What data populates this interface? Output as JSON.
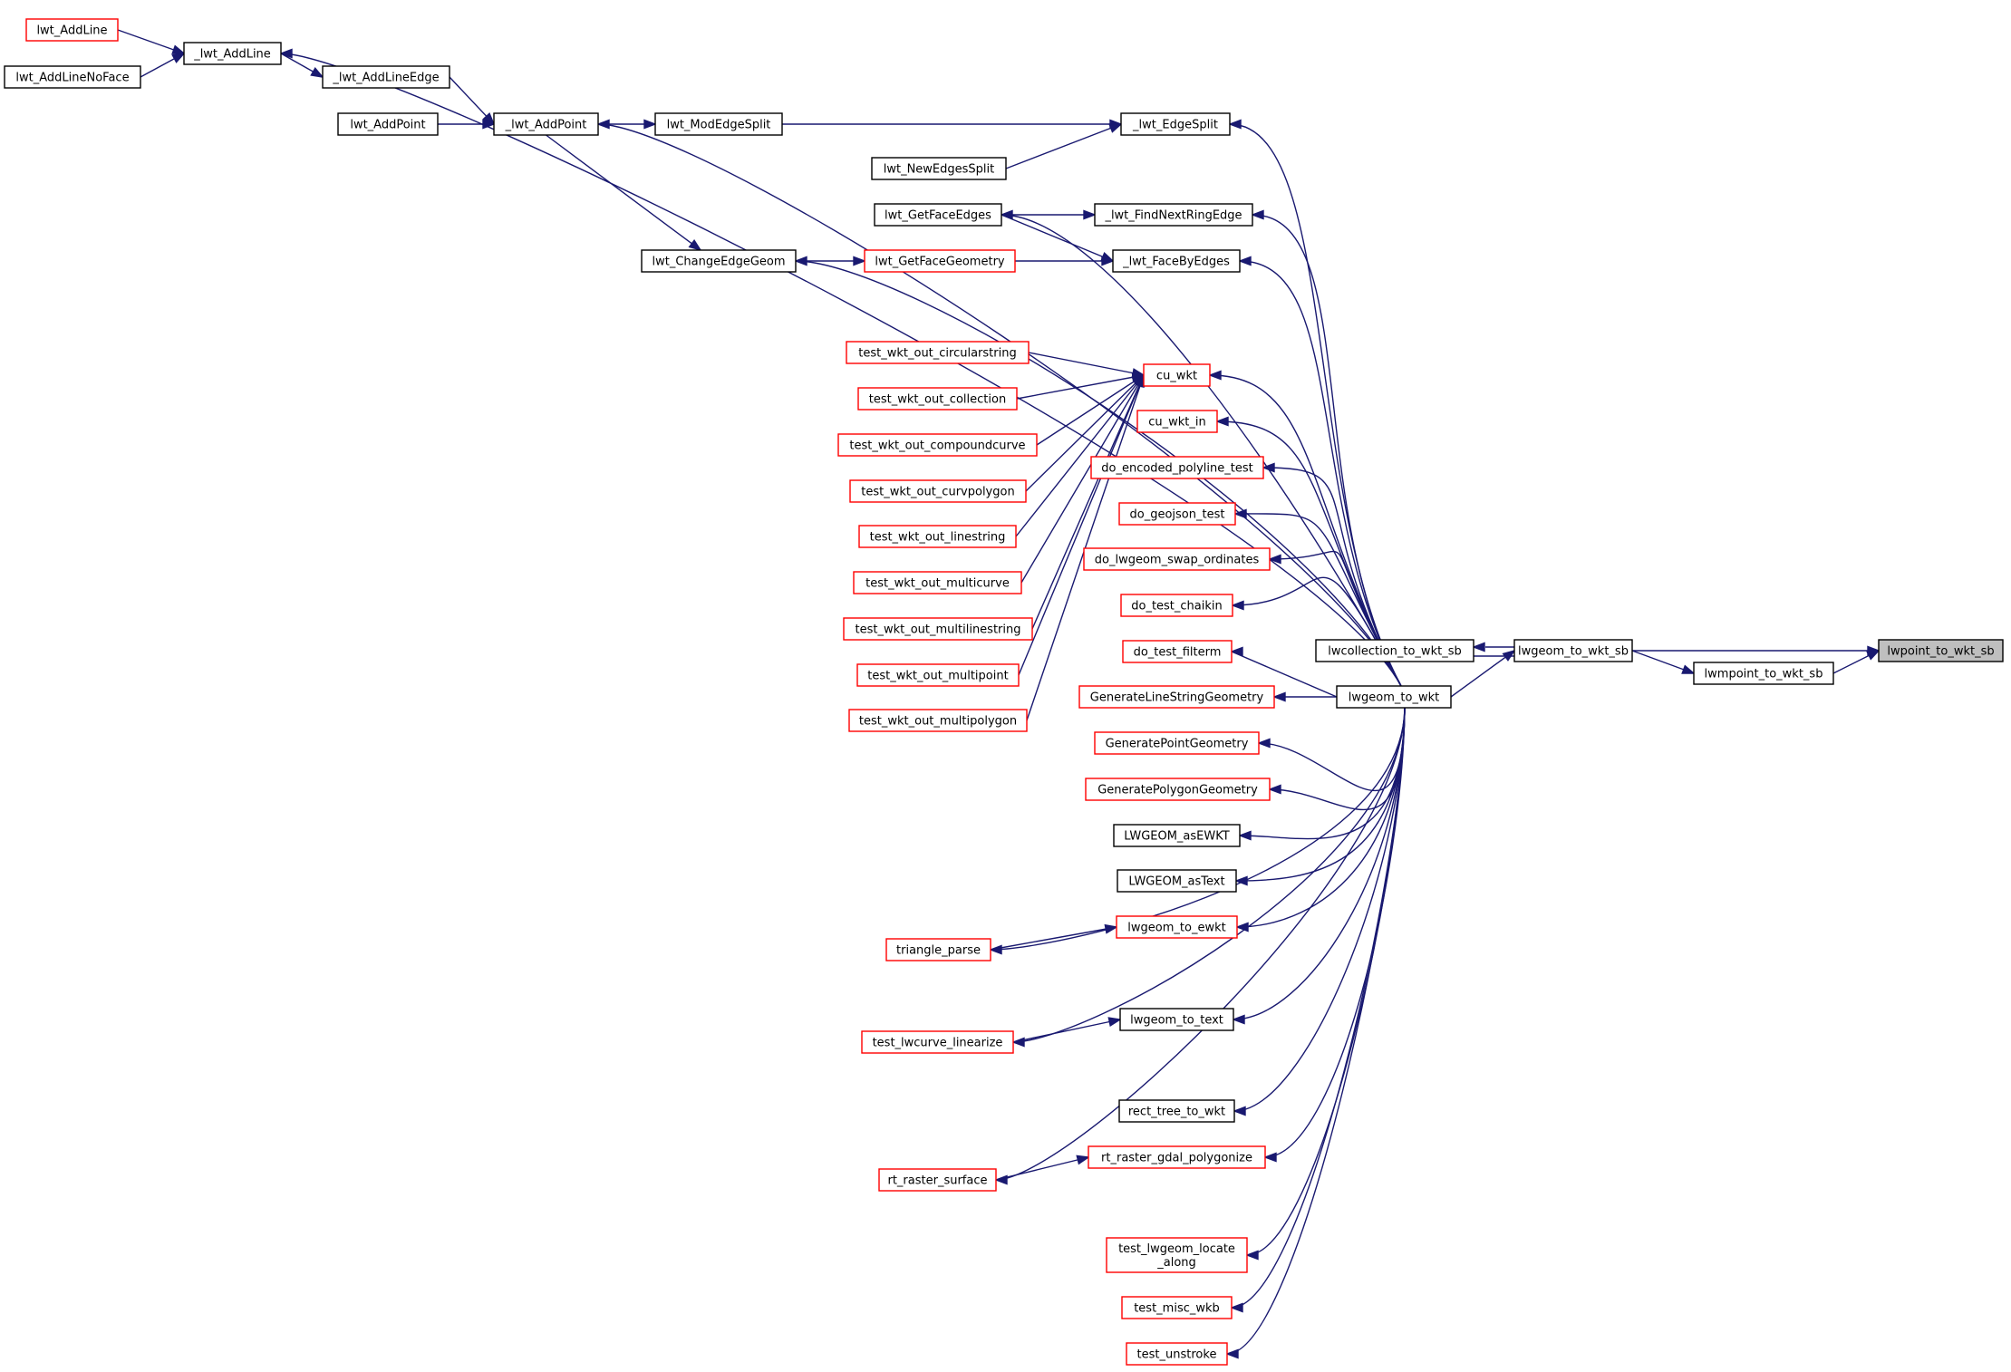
{
  "colors": {
    "edge": "#191970",
    "border_default": "#000000",
    "border_external": "#ff0000",
    "fill_default": "#ffffff",
    "fill_current": "#bfbfbf"
  },
  "nodes": [
    {
      "id": "lwpoint_to_wkt_sb",
      "label": "lwpoint_to_wkt_sb",
      "style": "current"
    },
    {
      "id": "lwgeom_to_wkt_sb",
      "label": "lwgeom_to_wkt_sb",
      "style": "default"
    },
    {
      "id": "lwmpoint_to_wkt_sb",
      "label": "lwmpoint_to_wkt_sb",
      "style": "default"
    },
    {
      "id": "lwcollection_to_wkt_sb",
      "label": "lwcollection_to_wkt_sb",
      "style": "default"
    },
    {
      "id": "lwgeom_to_wkt",
      "label": "lwgeom_to_wkt",
      "style": "default"
    },
    {
      "id": "_lwt_AddLine",
      "label": "_lwt_AddLine",
      "style": "default"
    },
    {
      "id": "lwt_AddLine",
      "label": "lwt_AddLine",
      "style": "external"
    },
    {
      "id": "lwt_AddLineNoFace",
      "label": "lwt_AddLineNoFace",
      "style": "default"
    },
    {
      "id": "_lwt_AddLineEdge",
      "label": "_lwt_AddLineEdge",
      "style": "default"
    },
    {
      "id": "_lwt_AddPoint",
      "label": "_lwt_AddPoint",
      "style": "default"
    },
    {
      "id": "lwt_AddPoint",
      "label": "lwt_AddPoint",
      "style": "default"
    },
    {
      "id": "lwt_ModEdgeSplit",
      "label": "lwt_ModEdgeSplit",
      "style": "default"
    },
    {
      "id": "_lwt_EdgeSplit",
      "label": "_lwt_EdgeSplit",
      "style": "default"
    },
    {
      "id": "lwt_NewEdgesSplit",
      "label": "lwt_NewEdgesSplit",
      "style": "default"
    },
    {
      "id": "lwt_GetFaceEdges",
      "label": "lwt_GetFaceEdges",
      "style": "default"
    },
    {
      "id": "_lwt_FindNextRingEdge",
      "label": "_lwt_FindNextRingEdge",
      "style": "default"
    },
    {
      "id": "_lwt_FaceByEdges",
      "label": "_lwt_FaceByEdges",
      "style": "default"
    },
    {
      "id": "lwt_ChangeEdgeGeom",
      "label": "lwt_ChangeEdgeGeom",
      "style": "default"
    },
    {
      "id": "lwt_GetFaceGeometry",
      "label": "lwt_GetFaceGeometry",
      "style": "external"
    },
    {
      "id": "cu_wkt",
      "label": "cu_wkt",
      "style": "external"
    },
    {
      "id": "test_wkt_out_circularstring",
      "label": "test_wkt_out_circularstring",
      "style": "external"
    },
    {
      "id": "test_wkt_out_collection",
      "label": "test_wkt_out_collection",
      "style": "external"
    },
    {
      "id": "test_wkt_out_compoundcurve",
      "label": "test_wkt_out_compoundcurve",
      "style": "external"
    },
    {
      "id": "test_wkt_out_curvpolygon",
      "label": "test_wkt_out_curvpolygon",
      "style": "external"
    },
    {
      "id": "test_wkt_out_linestring",
      "label": "test_wkt_out_linestring",
      "style": "external"
    },
    {
      "id": "test_wkt_out_multicurve",
      "label": "test_wkt_out_multicurve",
      "style": "external"
    },
    {
      "id": "test_wkt_out_multilinestring",
      "label": "test_wkt_out_multilinestring",
      "style": "external"
    },
    {
      "id": "test_wkt_out_multipoint",
      "label": "test_wkt_out_multipoint",
      "style": "external"
    },
    {
      "id": "test_wkt_out_multipolygon",
      "label": "test_wkt_out_multipolygon",
      "style": "external"
    },
    {
      "id": "cu_wkt_in",
      "label": "cu_wkt_in",
      "style": "external"
    },
    {
      "id": "do_encoded_polyline_test",
      "label": "do_encoded_polyline_test",
      "style": "external"
    },
    {
      "id": "do_geojson_test",
      "label": "do_geojson_test",
      "style": "external"
    },
    {
      "id": "do_lwgeom_swap_ordinates",
      "label": "do_lwgeom_swap_ordinates",
      "style": "external"
    },
    {
      "id": "do_test_chaikin",
      "label": "do_test_chaikin",
      "style": "external"
    },
    {
      "id": "do_test_filterm",
      "label": "do_test_filterm",
      "style": "external"
    },
    {
      "id": "GenerateLineStringGeometry",
      "label": "GenerateLineStringGeometry",
      "style": "external"
    },
    {
      "id": "GeneratePointGeometry",
      "label": "GeneratePointGeometry",
      "style": "external"
    },
    {
      "id": "GeneratePolygonGeometry",
      "label": "GeneratePolygonGeometry",
      "style": "external"
    },
    {
      "id": "LWGEOM_asEWKT",
      "label": "LWGEOM_asEWKT",
      "style": "default"
    },
    {
      "id": "LWGEOM_asText",
      "label": "LWGEOM_asText",
      "style": "default"
    },
    {
      "id": "lwgeom_to_ewkt",
      "label": "lwgeom_to_ewkt",
      "style": "external"
    },
    {
      "id": "triangle_parse",
      "label": "triangle_parse",
      "style": "external"
    },
    {
      "id": "lwgeom_to_text",
      "label": "lwgeom_to_text",
      "style": "default"
    },
    {
      "id": "test_lwcurve_linearize",
      "label": "test_lwcurve_linearize",
      "style": "external"
    },
    {
      "id": "rect_tree_to_wkt",
      "label": "rect_tree_to_wkt",
      "style": "default"
    },
    {
      "id": "rt_raster_gdal_polygonize",
      "label": "rt_raster_gdal_polygonize",
      "style": "external"
    },
    {
      "id": "rt_raster_surface",
      "label": "rt_raster_surface",
      "style": "external"
    },
    {
      "id": "test_lwgeom_locate_along",
      "label": "test_lwgeom_locate\n_along",
      "style": "external"
    },
    {
      "id": "test_misc_wkb",
      "label": "test_misc_wkb",
      "style": "external"
    },
    {
      "id": "test_unstroke",
      "label": "test_unstroke",
      "style": "external"
    }
  ],
  "edges": [
    [
      "lwgeom_to_wkt_sb",
      "lwpoint_to_wkt_sb"
    ],
    [
      "lwmpoint_to_wkt_sb",
      "lwpoint_to_wkt_sb"
    ],
    [
      "lwgeom_to_wkt_sb",
      "lwmpoint_to_wkt_sb"
    ],
    [
      "lwcollection_to_wkt_sb",
      "lwgeom_to_wkt_sb"
    ],
    [
      "lwgeom_to_wkt_sb",
      "lwcollection_to_wkt_sb"
    ],
    [
      "lwgeom_to_wkt",
      "lwgeom_to_wkt_sb"
    ],
    [
      "_lwt_AddLine",
      "lwgeom_to_wkt"
    ],
    [
      "_lwt_AddPoint",
      "lwgeom_to_wkt"
    ],
    [
      "_lwt_EdgeSplit",
      "lwgeom_to_wkt"
    ],
    [
      "lwt_GetFaceEdges",
      "lwgeom_to_wkt"
    ],
    [
      "_lwt_FindNextRingEdge",
      "lwgeom_to_wkt"
    ],
    [
      "_lwt_FaceByEdges",
      "lwgeom_to_wkt"
    ],
    [
      "lwt_ChangeEdgeGeom",
      "lwgeom_to_wkt"
    ],
    [
      "cu_wkt",
      "lwgeom_to_wkt"
    ],
    [
      "cu_wkt_in",
      "lwgeom_to_wkt"
    ],
    [
      "do_encoded_polyline_test",
      "lwgeom_to_wkt"
    ],
    [
      "do_geojson_test",
      "lwgeom_to_wkt"
    ],
    [
      "do_lwgeom_swap_ordinates",
      "lwgeom_to_wkt"
    ],
    [
      "do_test_chaikin",
      "lwgeom_to_wkt"
    ],
    [
      "do_test_filterm",
      "lwgeom_to_wkt"
    ],
    [
      "GenerateLineStringGeometry",
      "lwgeom_to_wkt"
    ],
    [
      "GeneratePointGeometry",
      "lwgeom_to_wkt"
    ],
    [
      "GeneratePolygonGeometry",
      "lwgeom_to_wkt"
    ],
    [
      "LWGEOM_asEWKT",
      "lwgeom_to_wkt"
    ],
    [
      "LWGEOM_asText",
      "lwgeom_to_wkt"
    ],
    [
      "lwgeom_to_ewkt",
      "lwgeom_to_wkt"
    ],
    [
      "triangle_parse",
      "lwgeom_to_wkt"
    ],
    [
      "lwgeom_to_text",
      "lwgeom_to_wkt"
    ],
    [
      "test_lwcurve_linearize",
      "lwgeom_to_wkt"
    ],
    [
      "rect_tree_to_wkt",
      "lwgeom_to_wkt"
    ],
    [
      "rt_raster_gdal_polygonize",
      "lwgeom_to_wkt"
    ],
    [
      "rt_raster_surface",
      "lwgeom_to_wkt"
    ],
    [
      "test_lwgeom_locate_along",
      "lwgeom_to_wkt"
    ],
    [
      "test_misc_wkb",
      "lwgeom_to_wkt"
    ],
    [
      "test_unstroke",
      "lwgeom_to_wkt"
    ],
    [
      "lwt_AddLine",
      "_lwt_AddLine"
    ],
    [
      "lwt_AddLineNoFace",
      "_lwt_AddLine"
    ],
    [
      "_lwt_AddLine",
      "_lwt_AddLineEdge"
    ],
    [
      "_lwt_AddLineEdge",
      "_lwt_AddPoint"
    ],
    [
      "lwt_AddPoint",
      "_lwt_AddPoint"
    ],
    [
      "_lwt_AddPoint",
      "lwt_ModEdgeSplit"
    ],
    [
      "lwt_ModEdgeSplit",
      "_lwt_EdgeSplit"
    ],
    [
      "lwt_NewEdgesSplit",
      "_lwt_EdgeSplit"
    ],
    [
      "lwt_GetFaceEdges",
      "_lwt_FindNextRingEdge"
    ],
    [
      "lwt_GetFaceEdges",
      "_lwt_FaceByEdges"
    ],
    [
      "lwt_GetFaceGeometry",
      "_lwt_FaceByEdges"
    ],
    [
      "lwt_ChangeEdgeGeom",
      "lwt_GetFaceGeometry"
    ],
    [
      "_lwt_AddPoint",
      "lwt_ChangeEdgeGeom"
    ],
    [
      "test_wkt_out_circularstring",
      "cu_wkt"
    ],
    [
      "test_wkt_out_collection",
      "cu_wkt"
    ],
    [
      "test_wkt_out_compoundcurve",
      "cu_wkt"
    ],
    [
      "test_wkt_out_curvpolygon",
      "cu_wkt"
    ],
    [
      "test_wkt_out_linestring",
      "cu_wkt"
    ],
    [
      "test_wkt_out_multicurve",
      "cu_wkt"
    ],
    [
      "test_wkt_out_multilinestring",
      "cu_wkt"
    ],
    [
      "test_wkt_out_multipoint",
      "cu_wkt"
    ],
    [
      "test_wkt_out_multipolygon",
      "cu_wkt"
    ],
    [
      "triangle_parse",
      "lwgeom_to_ewkt"
    ],
    [
      "test_lwcurve_linearize",
      "lwgeom_to_text"
    ],
    [
      "rt_raster_surface",
      "rt_raster_gdal_polygonize"
    ]
  ]
}
